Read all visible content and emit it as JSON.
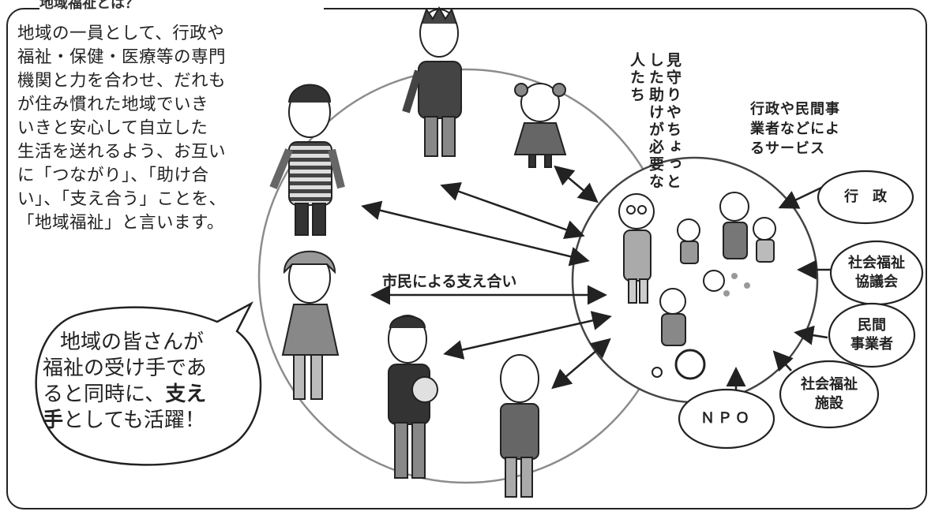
{
  "header": {
    "partial_title": "地域福祉とは？"
  },
  "intro": {
    "lines": [
      "地域の一員として、行政や",
      "福祉・保健・医療等の専門",
      "機関と力を合わせ、だれも",
      "が住み慣れた地域でいき",
      "いきと安心して自立した",
      "生活を送れるよう、お互い",
      "に「つながり」、「助け合",
      "い」、「支え合う」ことを、",
      "「地域福祉」と言います。"
    ]
  },
  "speech_bubble": {
    "line1": "地域の皆さんが",
    "line2": "福祉の受け手であ",
    "line3_prefix": "ると同時に、",
    "line3_bold": "支え",
    "line4_bold": "手",
    "line4_suffix": "としても活躍！"
  },
  "needy_label": {
    "col1": "見守りやちょっと",
    "col2": "した助けが必要な",
    "col3": "人たち"
  },
  "services_label": {
    "line1": "行政や民間事",
    "line2": "業者などによ",
    "line3": "るサービス"
  },
  "mutual_support_label": "市民による支え合い",
  "organizations": {
    "gov": "行　政",
    "council_line1": "社会福祉",
    "council_line2": "協議会",
    "private_line1": "民間",
    "private_line2": "事業者",
    "facility_line1": "社会福祉",
    "facility_line2": "施設",
    "npo": "ＮＰＯ"
  },
  "colors": {
    "line": "#222222",
    "ring": "#8c8c8c",
    "figure_fill": "#e9e9e9",
    "figure_dark": "#555555",
    "figure_mid": "#9a9a9a"
  }
}
